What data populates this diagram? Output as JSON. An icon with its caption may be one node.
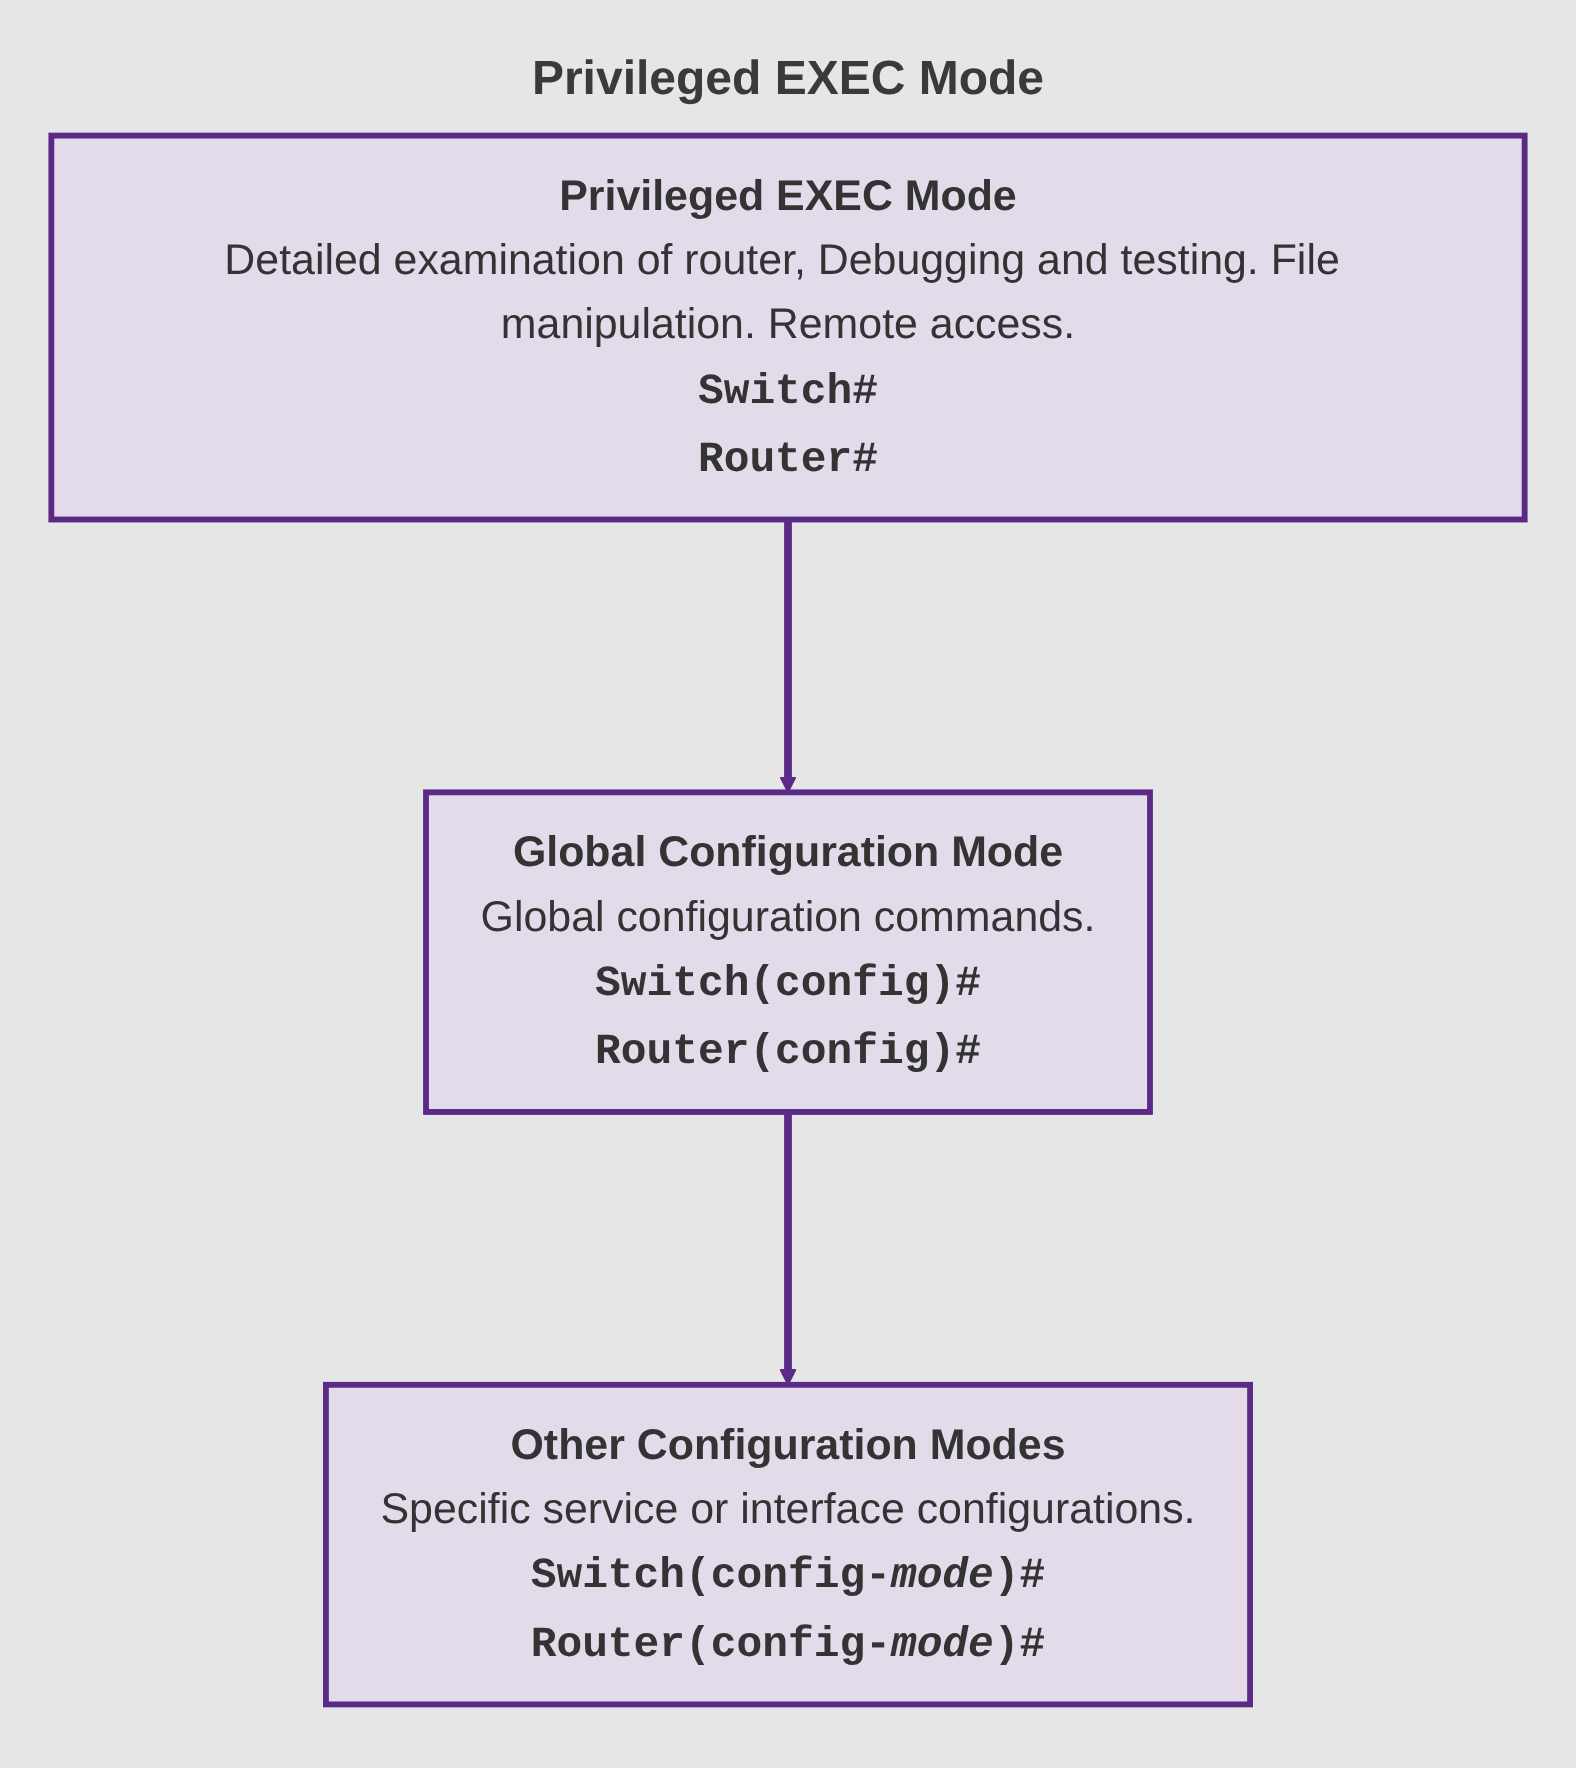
{
  "diagram": {
    "title": "Privileged EXEC Mode",
    "nodes": [
      {
        "text": [
          "Privileged EXEC Mode",
          "Detailed examination of router, Debugging and testing. File manipulation. Remote access.",
          "Switch#",
          "Router#"
        ]
      },
      {
        "text": [
          "Global Configuration Mode",
          "Global configuration commands.",
          "Switch(config)#",
          "Router(config)#"
        ]
      },
      {
        "text": [
          "Other Configuration Modes",
          "Specific service or interface configurations.",
          "Switch(config-*mode*)#",
          "Router(config-*mode*)#"
        ]
      }
    ],
    "edges": [
      {
        "from": 0,
        "to": 1,
        "arrow": "to"
      },
      {
        "from": 1,
        "to": 2,
        "arrow": "to"
      }
    ]
  }
}
